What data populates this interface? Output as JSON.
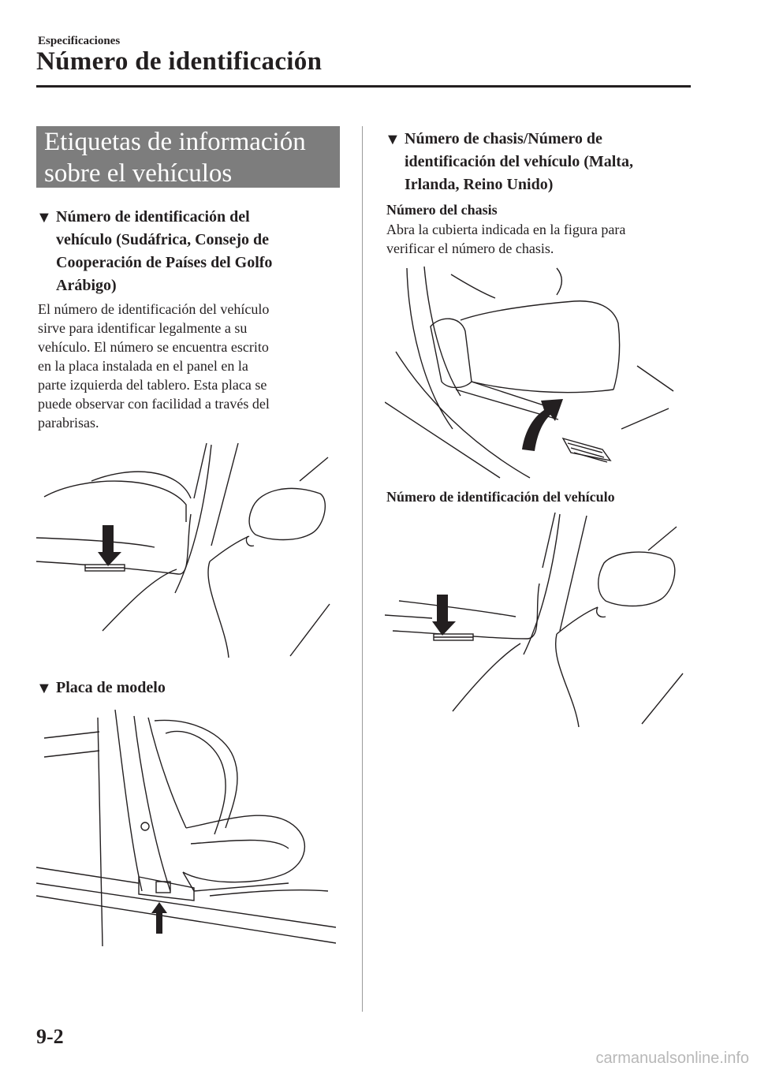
{
  "header": {
    "section": "Especificaciones",
    "title": "Número de identificación"
  },
  "left": {
    "banner_lines": [
      "Etiquetas de información",
      "sobre el vehículos"
    ],
    "h1_lines": [
      "Número de identificación del",
      "vehículo (Sudáfrica, Consejo de",
      "Cooperación de Países del Golfo",
      "Arábigo)"
    ],
    "p1_lines": [
      "El número de identificación del vehículo",
      "sirve para identificar legalmente a su",
      "vehículo. El número se encuentra escrito",
      "en la placa instalada en el panel en la",
      "parte izquierda del tablero. Esta placa se",
      "puede observar con facilidad a través del",
      "parabrisas."
    ],
    "h2": "Placa de modelo"
  },
  "right": {
    "h3_lines": [
      "Número de chasis/Número de",
      "identificación del vehículo (Malta,",
      "Irlanda, Reino Unido)"
    ],
    "chassis_label": "Número del chasis",
    "p2_lines": [
      "Abra la cubierta indicada en la figura para",
      "verificar el número de chasis."
    ],
    "vin_label": "Número de identificación del vehículo"
  },
  "footer": {
    "page_number": "9-2",
    "watermark": "carmanualsonline.info"
  },
  "icons": {
    "heading_marker": "down-triangle-icon",
    "arrow": "arrow-icon"
  }
}
